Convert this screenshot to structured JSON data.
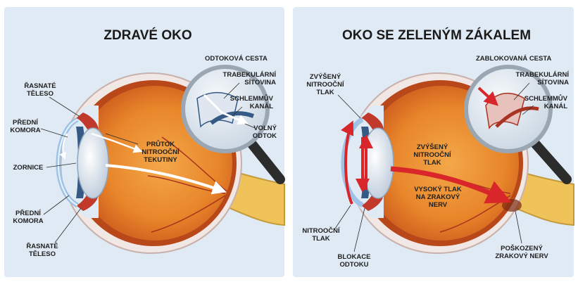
{
  "healthy": {
    "title": "ZDRAVÉ OKO",
    "inset_title": "ODTOKOVÁ CESTA",
    "labels": {
      "ciliary_top": [
        "ŘASNATÉ",
        "TĚLESO"
      ],
      "anterior_top": [
        "PŘEDNÍ",
        "KOMORA"
      ],
      "pupil": [
        "ZORNICE"
      ],
      "anterior_bottom": [
        "PŘEDNÍ",
        "KOMORA"
      ],
      "ciliary_bottom": [
        "ŘASNATÉ",
        "TĚLESO"
      ],
      "flow": [
        "PRŮTOK",
        "NITROOČNÍ",
        "TEKUTINY"
      ],
      "trabecular": [
        "TRABEKULÁRNÍ",
        "SÍTOVINA"
      ],
      "schlemm": [
        "SCHLEMMŮV",
        "KANÁL"
      ],
      "free_outflow": [
        "VOLNÝ",
        "ODTOK"
      ]
    }
  },
  "glaucoma": {
    "title": "OKO SE ZELENÝM ZÁKALEM",
    "inset_title": "ZABLOKOVANÁ CESTA",
    "labels": {
      "raised_pressure_left": [
        "ZVÝŠENÝ",
        "NITROOČNÍ",
        "TLAK"
      ],
      "raised_pressure_center": [
        "ZVÝŠENÝ",
        "NITROOČNÍ",
        "TLAK"
      ],
      "high_pressure_nerve": [
        "VYSOKÝ TLAK",
        "NA ZRAKOVÝ",
        "NERV"
      ],
      "iop": [
        "NITROOČNÍ",
        "TLAK"
      ],
      "outflow_block": [
        "BLOKACE",
        "ODTOKU"
      ],
      "damaged_nerve": [
        "POŠKOZENÝ",
        "ZRAKOVÝ NERV"
      ],
      "trabecular": [
        "TRABEKULÁRNÍ",
        "SÍTOVINA"
      ],
      "schlemm": [
        "SCHLEMMŮV",
        "KANÁL"
      ]
    }
  },
  "colors": {
    "panel_bg": "#dfeaf4",
    "eye_inner": "#e8862a",
    "eye_edge": "#b8471a",
    "sclera": "#f1e7e4",
    "nerve": "#f0c25a",
    "lens": "#dfe8f2",
    "cornea": "#9fc3e6",
    "arrow_red": "#d8262a",
    "leader": "#2a2a2a"
  }
}
